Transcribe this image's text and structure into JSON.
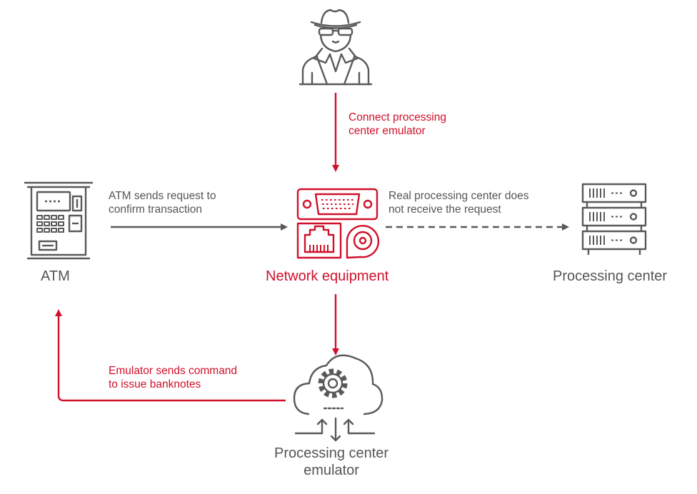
{
  "colors": {
    "accent": "#d0102a",
    "neutral": "#595959",
    "text": "#555555"
  },
  "nodes": {
    "hacker": {
      "icon": "hacker-icon"
    },
    "atm": {
      "icon": "atm-icon",
      "label": "ATM"
    },
    "network": {
      "icon": "network-equipment-icon",
      "label": "Network equipment"
    },
    "processing": {
      "icon": "server-rack-icon",
      "label": "Processing center"
    },
    "emulator": {
      "icon": "cloud-gear-icon",
      "label_lines": [
        "Processing center",
        "emulator"
      ]
    }
  },
  "edges": {
    "hacker_to_network": {
      "label_lines": [
        "Connect processing",
        "center emulator"
      ]
    },
    "atm_to_network": {
      "label_lines": [
        "ATM sends request to",
        "confirm transaction"
      ]
    },
    "network_to_processing": {
      "label_lines": [
        "Real processing center does",
        "not receive the request"
      ],
      "style": "dashed"
    },
    "network_to_emulator": {},
    "emulator_to_atm": {
      "label_lines": [
        "Emulator sends command",
        "to issue banknotes"
      ]
    }
  }
}
